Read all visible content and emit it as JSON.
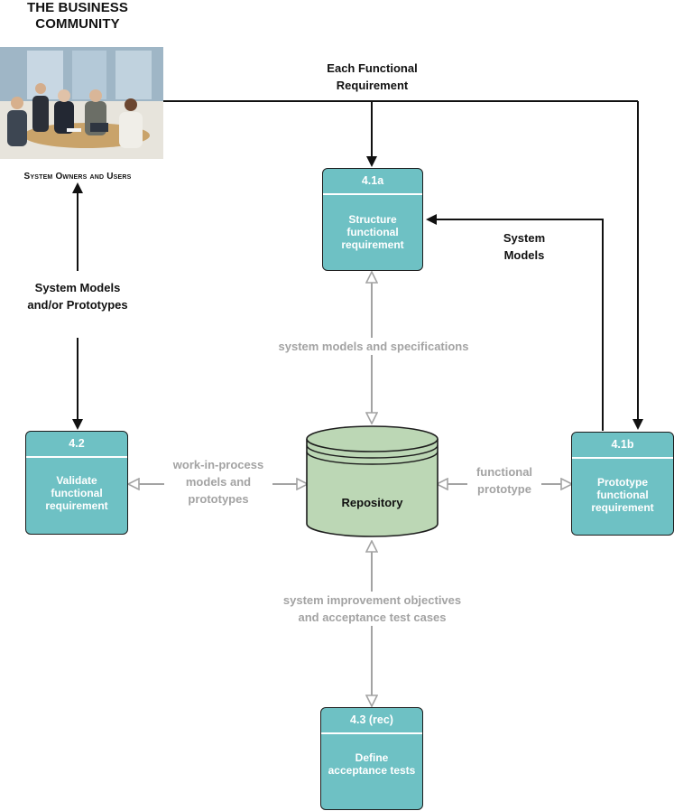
{
  "header": {
    "title": "THE BUSINESS COMMUNITY",
    "subtitle": "System Owners and Users"
  },
  "processes": {
    "structure": {
      "id": "4.1a",
      "name": "Structure functional requirement"
    },
    "prototype": {
      "id": "4.1b",
      "name": "Prototype functional requirement"
    },
    "validate": {
      "id": "4.2",
      "name": "Validate functional requirement"
    },
    "define": {
      "id": "4.3 (rec)",
      "name": "Define acceptance tests"
    }
  },
  "repository": {
    "label": "Repository"
  },
  "flows": {
    "each_functional_requirement": "Each Functional Requirement",
    "system_models": "System Models",
    "system_models_prototypes": "System Models and/or Prototypes",
    "models_specifications": "system models and specifications",
    "wip_models": "work-in-process models and prototypes",
    "functional_prototype": "functional prototype",
    "improvement_objectives": "system improvement objectives and acceptance test cases"
  },
  "colors": {
    "process_fill": "#6ec1c4",
    "repository_fill": "#bcd7b5",
    "flow_black": "#111111",
    "flow_gray": "#a3a3a3"
  },
  "icons": {
    "photo": "business-meeting-photo"
  }
}
